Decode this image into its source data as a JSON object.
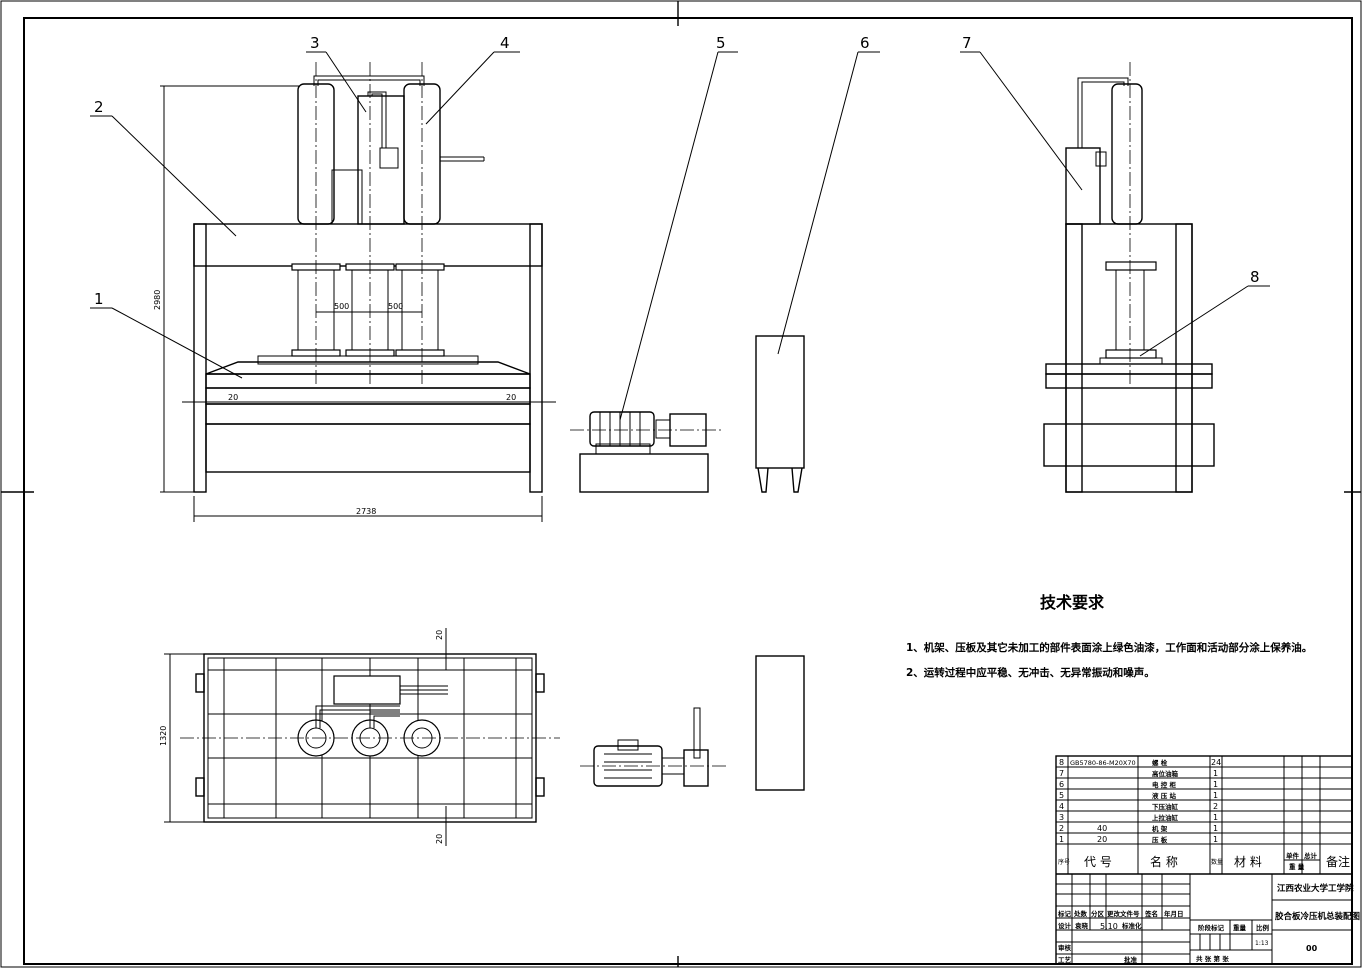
{
  "balloons": [
    "1",
    "2",
    "3",
    "4",
    "5",
    "6",
    "7",
    "8"
  ],
  "dimensions": {
    "height": "2980",
    "width": "2738",
    "spacing_left": "500",
    "spacing_right": "500",
    "margin_left": "20",
    "margin_right": "20",
    "plan_depth": "1320",
    "plan_top": "20",
    "plan_bottom": "20"
  },
  "tech": {
    "title": "技术要求",
    "line1": "1、机架、压板及其它未加工的部件表面涂上绿色油漆，工作面和活动部分涂上保养油。",
    "line2": "2、运转过程中应平稳、无冲击、无异常振动和噪声。"
  },
  "bom": {
    "rows": [
      {
        "no": "8",
        "code": "GB5780-86-M20X70",
        "name": "螺    栓",
        "qty": "24"
      },
      {
        "no": "7",
        "code": "",
        "name": "高位油箱",
        "qty": "1"
      },
      {
        "no": "6",
        "code": "",
        "name": "电 控 柜",
        "qty": "1"
      },
      {
        "no": "5",
        "code": "",
        "name": "液 压 站",
        "qty": "1"
      },
      {
        "no": "4",
        "code": "",
        "name": "下压油缸",
        "qty": "2"
      },
      {
        "no": "3",
        "code": "",
        "name": "上拉油缸",
        "qty": "1"
      },
      {
        "no": "2",
        "code": "40",
        "name": "机    架",
        "qty": "1"
      },
      {
        "no": "1",
        "code": "20",
        "name": "压    板",
        "qty": "1"
      }
    ],
    "header": {
      "seq": "序号",
      "code": "代   号",
      "name": "名   称",
      "qty": "数量",
      "material": "材   料",
      "unit_weight": "单件",
      "total_weight": "总计",
      "weight": "重  量",
      "remark": "备注"
    }
  },
  "title_block": {
    "school": "江西农业大学工学院",
    "drawing": "胶合板冷压机总装配图",
    "code": "00",
    "mark": "标记",
    "count": "处数",
    "zone": "分区",
    "change_doc": "更改文件号",
    "sign": "签名",
    "date": "年月日",
    "design": "设计",
    "designer": "袁晓",
    "design_date": "5.10",
    "standard": "标准化",
    "stage_mark": "阶段标记",
    "weight": "重量",
    "scale": "比例",
    "scale_val": "1:13",
    "review": "审核",
    "process": "工艺",
    "approve": "批准",
    "sheets": "共   张 第   张"
  }
}
